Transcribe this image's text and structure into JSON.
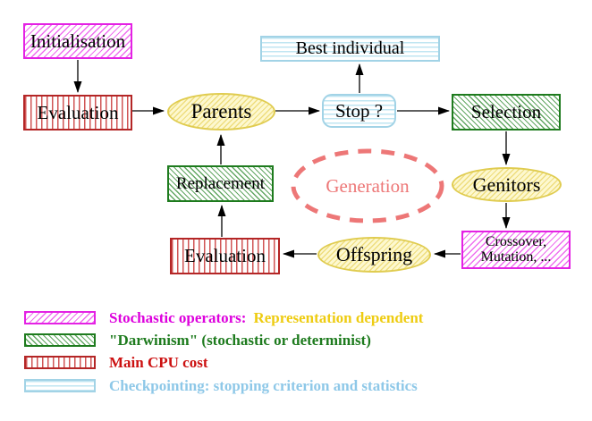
{
  "figure": {
    "title": "Evolutionary algorithm generation loop diagram",
    "nodes": {
      "initialisation": "Initialisation",
      "evaluation_top": "Evaluation",
      "parents": "Parents",
      "best_individual": "Best individual",
      "stop": "Stop ?",
      "selection": "Selection",
      "genitors": "Genitors",
      "crossover_line1": "Crossover,",
      "crossover_line2": "Mutation, ...",
      "offspring": "Offspring",
      "evaluation_bottom": "Evaluation",
      "replacement": "Replacement",
      "generation": "Generation"
    },
    "colors": {
      "magenta": "#e422e4",
      "green": "#1e7b1e",
      "red": "#b42626",
      "cyan": "#a2d3e6",
      "yellow": "#e0cc50",
      "salmon_dashed_ellipse": "#ed7777",
      "arrow": "#000000",
      "background": "#ffffff"
    }
  },
  "legend": {
    "items": [
      {
        "pattern": "magenta-hatch",
        "label": "Stochastic operators:",
        "label_color": "#dd00dd",
        "label2": "Representation dependent",
        "label2_color": "#eecc11"
      },
      {
        "pattern": "green-hatch",
        "label": "\"Darwinism\" (stochastic or determinist)",
        "label_color": "#1e7b1e"
      },
      {
        "pattern": "red-vertical-stripes",
        "label": "Main CPU cost",
        "label_color": "#cc1111"
      },
      {
        "pattern": "cyan-horizontal-stripes",
        "label": "Checkpointing: stopping criterion and statistics",
        "label_color": "#8ec8e8"
      }
    ]
  }
}
